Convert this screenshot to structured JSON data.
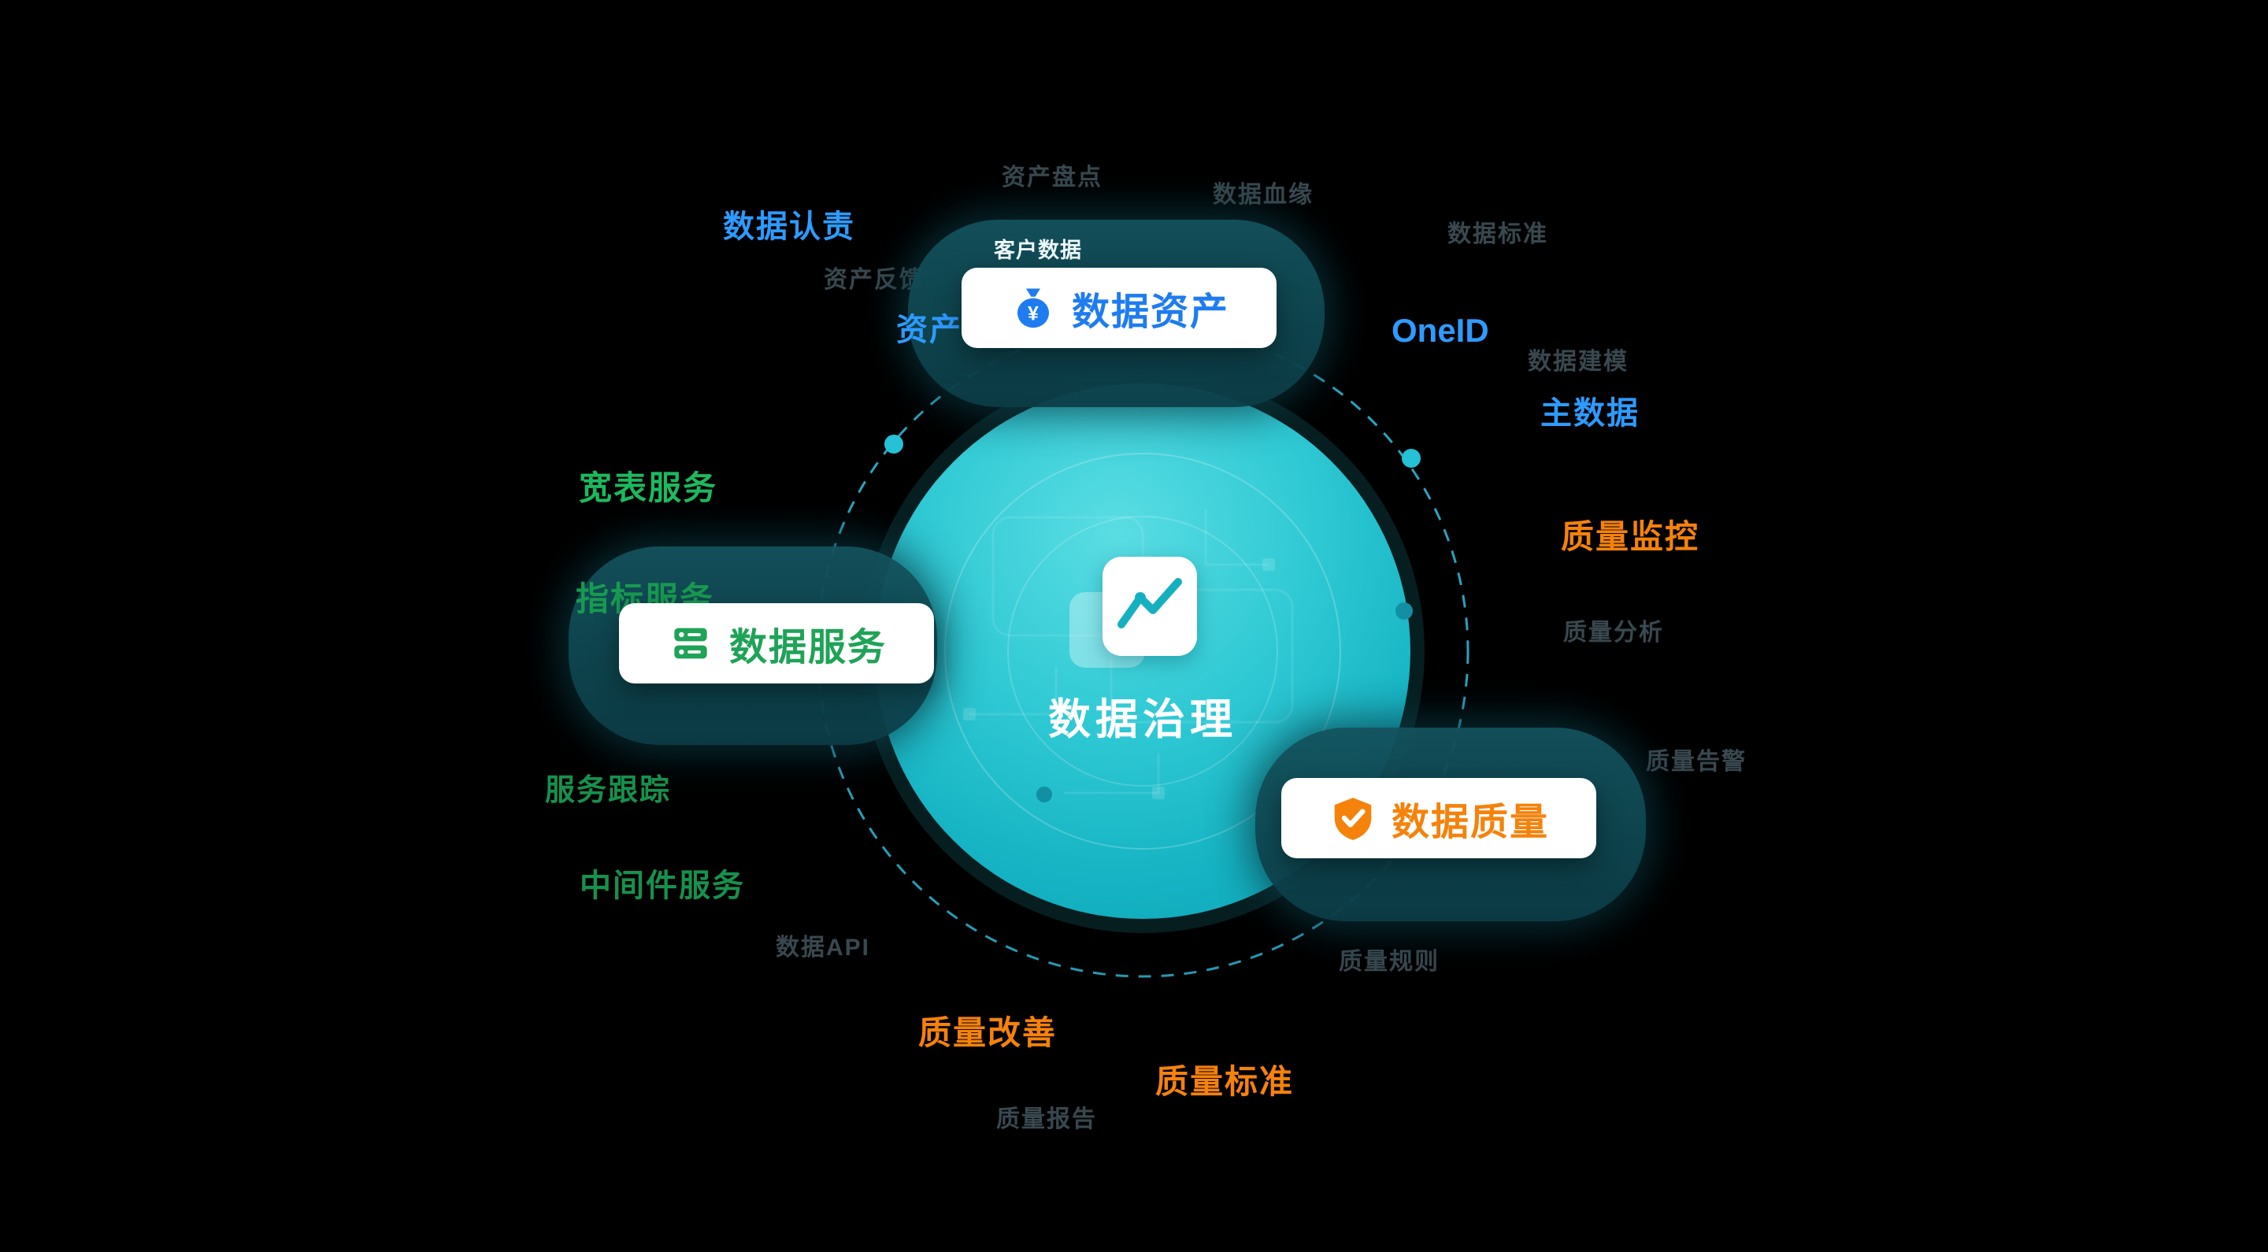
{
  "center": {
    "title": "数据治理",
    "icon": "document-chart-icon"
  },
  "nodes": {
    "assets": {
      "label": "数据资产",
      "icon": "money-bag-icon",
      "color": "#1e7cf0",
      "tag": "客户数据",
      "currency": "¥"
    },
    "services": {
      "label": "数据服务",
      "icon": "database-icon",
      "color": "#1fa357"
    },
    "quality": {
      "label": "数据质量",
      "icon": "shield-check-icon",
      "color": "#f5820b"
    }
  },
  "labels": {
    "blue": {
      "data_responsibility": "数据认责",
      "asset_partial": "资产",
      "oneid": "OneID",
      "master_data": "主数据"
    },
    "green": {
      "wide_table_service": "宽表服务",
      "metric_service": "指标服务",
      "service_tracking": "服务跟踪",
      "middleware_service": "中间件服务"
    },
    "orange": {
      "quality_monitoring": "质量监控",
      "quality_improvement": "质量改善",
      "quality_standard": "质量标准"
    }
  },
  "faint_labels": {
    "asset_inventory": "资产盘点",
    "data_lineage": "数据血缘",
    "data_standard": "数据标准",
    "asset_feedback": "资产反馈",
    "data_modeling": "数据建模",
    "quality_analysis": "质量分析",
    "quality_alert": "质量告警",
    "quality_rules": "质量规则",
    "data_api": "数据API",
    "quality_report": "质量报告"
  },
  "colors": {
    "background": "#000000",
    "circle_teal": "#1fbccb",
    "blob_teal": "#0d434d",
    "blue": "#2e9bff",
    "green": "#1db95f",
    "orange": "#f5820b",
    "dashed_ring": "#2aa6c0"
  }
}
